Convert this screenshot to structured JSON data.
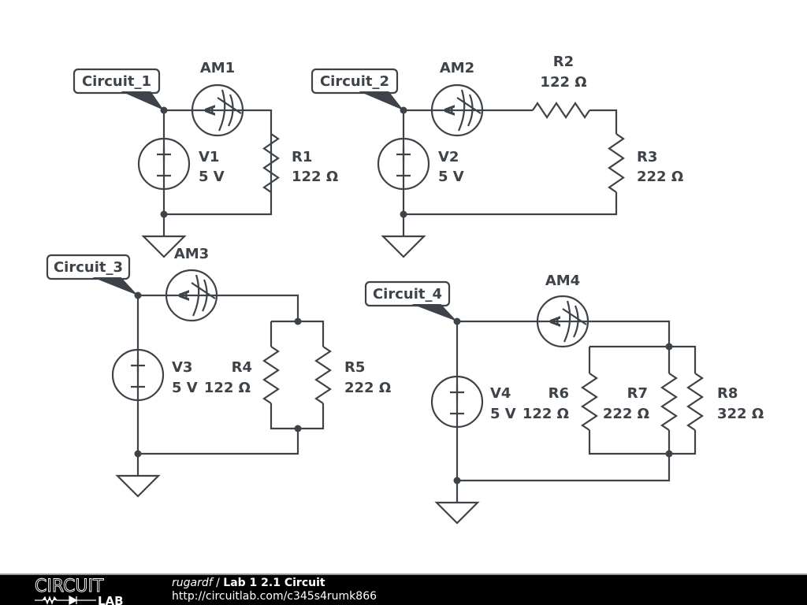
{
  "colors": {
    "wire": "#3d4348",
    "footer_bg": "#000000",
    "footer_text": "#ffffff"
  },
  "circuits": [
    {
      "net_label": "Circuit_1",
      "ammeter": "AM1",
      "source": {
        "name": "V1",
        "value": "5 V"
      },
      "resistors": [
        {
          "name": "R1",
          "value": "122 Ω"
        }
      ]
    },
    {
      "net_label": "Circuit_2",
      "ammeter": "AM2",
      "source": {
        "name": "V2",
        "value": "5 V"
      },
      "resistors": [
        {
          "name": "R2",
          "value": "122 Ω"
        },
        {
          "name": "R3",
          "value": "222 Ω"
        }
      ]
    },
    {
      "net_label": "Circuit_3",
      "ammeter": "AM3",
      "source": {
        "name": "V3",
        "value": "5 V"
      },
      "resistors": [
        {
          "name": "R4",
          "value": "122 Ω"
        },
        {
          "name": "R5",
          "value": "222 Ω"
        }
      ]
    },
    {
      "net_label": "Circuit_4",
      "ammeter": "AM4",
      "source": {
        "name": "V4",
        "value": "5 V"
      },
      "resistors": [
        {
          "name": "R6",
          "value": "122 Ω"
        },
        {
          "name": "R7",
          "value": "222 Ω"
        },
        {
          "name": "R8",
          "value": "322 Ω"
        }
      ]
    }
  ],
  "footer": {
    "logo_text_top": "CIRCUIT",
    "logo_text_bottom": "LAB",
    "user": "rugardf",
    "separator": " / ",
    "title": "Lab 1 2.1 Circuit",
    "url": "http://circuitlab.com/c345s4rumk866"
  }
}
